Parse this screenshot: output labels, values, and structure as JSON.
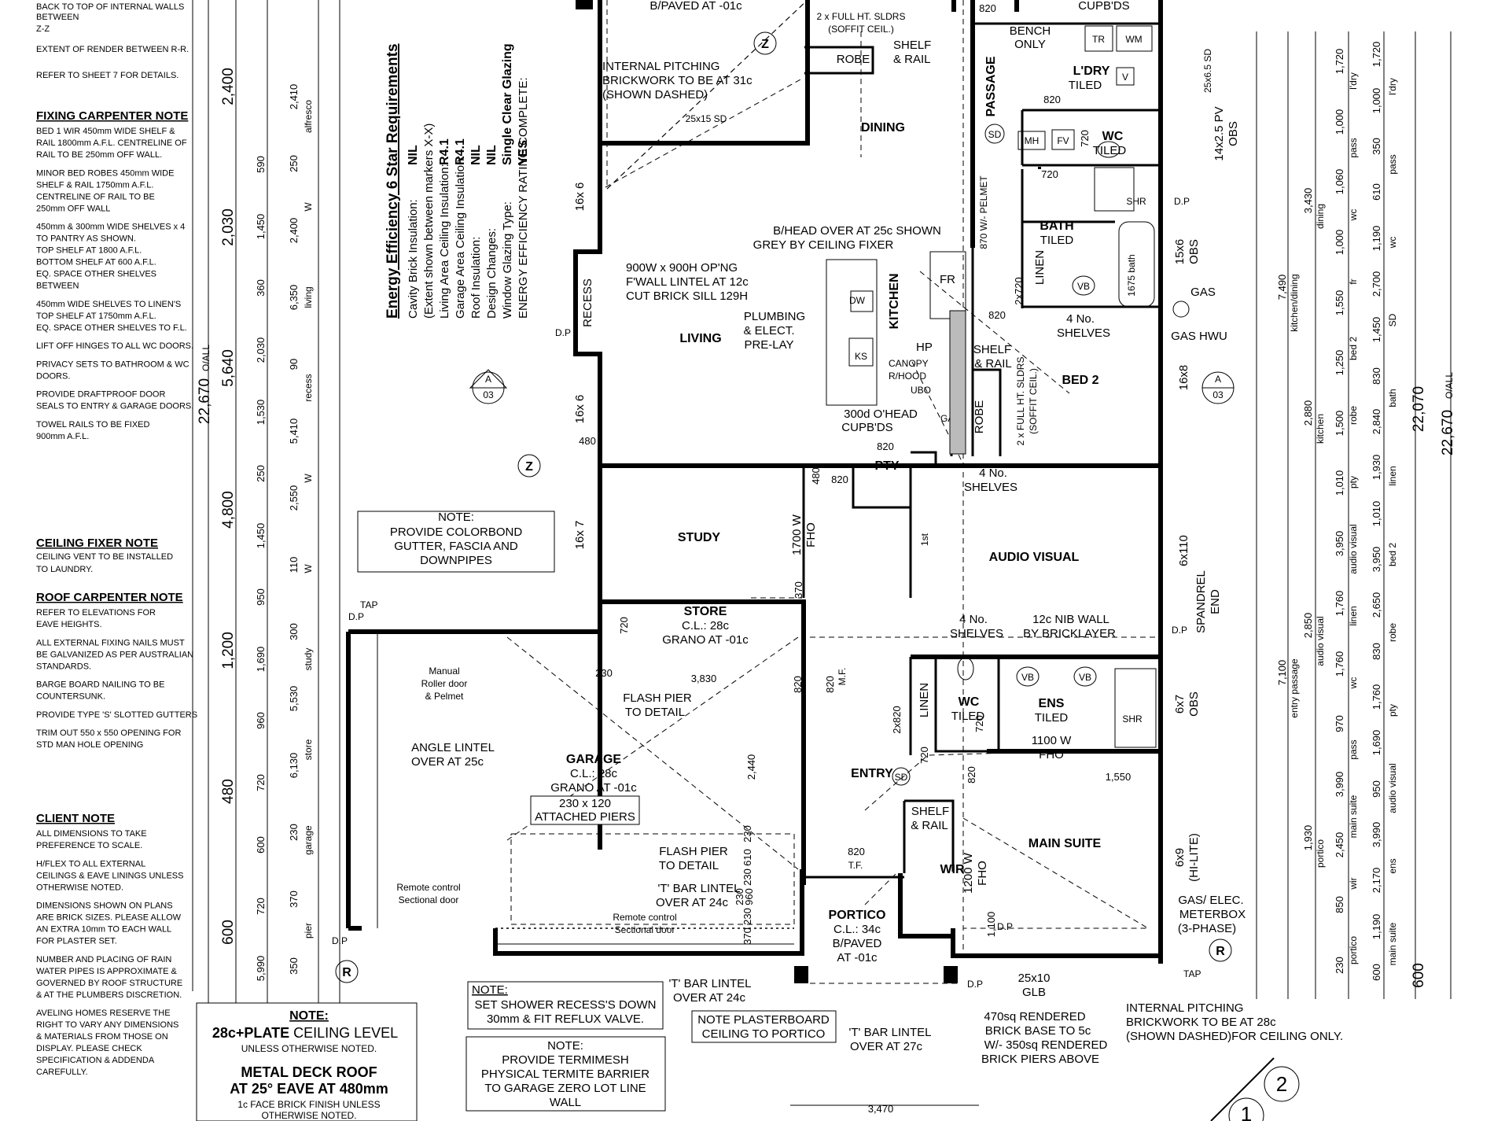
{
  "rooms": {
    "dining": "DINING",
    "living": "LIVING",
    "kitchen": "KITCHEN",
    "passage": "PASSAGE",
    "laundry": "L'DRY",
    "laundry_sub": "TILED",
    "wc1": "WC",
    "wc1_sub": "TILED",
    "bath": "BATH",
    "bath_sub": "TILED",
    "bed2": "BED 2",
    "study": "STUDY",
    "pty": "PTY",
    "audio_visual": "AUDIO VISUAL",
    "store": "STORE",
    "store_cl": "C.L.: 28c",
    "store_grano": "GRANO AT -01c",
    "garage": "GARAGE",
    "garage_cl": "C.L.: 28c",
    "garage_grano": "GRANO AT -01c",
    "entry": "ENTRY",
    "wc2": "WC",
    "wc2_sub": "TILED",
    "ens": "ENS",
    "ens_sub": "TILED",
    "main_suite": "MAIN SUITE",
    "wir": "WIR",
    "portico": "PORTICO",
    "portico_cl": "C.L.: 34c",
    "portico_paved": "B/PAVED",
    "portico_at": "AT -01c",
    "robe1": "ROBE",
    "robe2": "ROBE",
    "recess": "RECESS",
    "linen1": "LINEN",
    "linen2": "LINEN"
  },
  "plan_notes": {
    "paved_top": "B/PAVED AT -01c",
    "full_ht_sldrs": "2 x FULL HT. SLDRS",
    "soffit_ceil": "(SOFFIT CEIL.)",
    "shelf_rail": "SHELF",
    "shelf_rail2": "& RAIL",
    "int_pitching_1": "INTERNAL PITCHING",
    "int_pitching_2": "BRICKWORK TO BE AT 31c",
    "int_pitching_3": "(SHOWN DASHED)",
    "sd_25x15": "25x15 SD",
    "bench_only_1": "BENCH",
    "bench_only_2": "ONLY",
    "cupbds": "CUPB'DS",
    "bhead_1": "B/HEAD OVER AT 25c SHOWN",
    "bhead_2": "GREY BY CEILING FIXER",
    "opening_1": "900W x 900H OP'NG",
    "opening_2": "F'WALL LINTEL AT 12c",
    "opening_3": "CUT BRICK SILL 129H",
    "plumbing_1": "PLUMBING",
    "plumbing_2": "& ELECT.",
    "plumbing_3": "PRE-LAY",
    "hp": "HP",
    "canopy": "CANOPY",
    "rhood": "R/HOOD",
    "ubo": "UBO",
    "gas": "GAS",
    "ohead_1": "300d O'HEAD",
    "ohead_2": "CUPB'DS",
    "shelves_4a": "4 No.",
    "shelves_4a_2": "SHELVES",
    "shelves_4b": "4 No.",
    "shelves_4b_2": "SHELVES",
    "shelves_4c": "4 No.",
    "shelves_4c_2": "SHELVES",
    "shelf_rail_bed2_1": "SHELF",
    "shelf_rail_bed2_2": "& RAIL",
    "sldrs_bed2_1": "2 x FULL HT. SLDRS",
    "sldrs_bed2_2": "(SOFFIT CEIL.)",
    "gas_hwu": "GAS HWU",
    "gas_label": "GAS",
    "note_gutter_h": "NOTE:",
    "note_gutter_1": "PROVIDE COLORBOND",
    "note_gutter_2": "GUTTER, FASCIA AND",
    "note_gutter_3": "DOWNPIPES",
    "fho_1700": "1700 W",
    "fho_1700_2": "FHO",
    "nib_wall_1": "12c NIB WALL",
    "nib_wall_2": "BY BRICKLAYER",
    "spandrel_1": "SPANDREL",
    "spandrel_2": "END",
    "roller_1": "Manual",
    "roller_2": "Roller door",
    "roller_3": "& Pelmet",
    "flash_pier_1": "FLASH PIER",
    "flash_pier_2": "TO DETAIL",
    "flash_pier_3": "FLASH PIER",
    "flash_pier_4": "TO DETAIL",
    "angle_lintel_1": "ANGLE LINTEL",
    "angle_lintel_2": "OVER AT 25c",
    "piers_1": "230 x 120",
    "piers_2": "ATTACHED PIERS",
    "tbar_1": "'T' BAR LINTEL",
    "tbar_2": "OVER AT 24c",
    "tbar_3": "'T' BAR LINTEL",
    "tbar_4": "OVER AT 24c",
    "tbar_5": "'T' BAR LINTEL",
    "tbar_6": "OVER AT 27c",
    "remote_1": "Remote control",
    "remote_2": "Sectional door",
    "remote_3": "Remote control",
    "remote_4": "Sectional door",
    "fho_1100": "1100 W",
    "fho_1100_2": "FHO",
    "fho_1200": "1200 W",
    "fho_1200_2": "FHO",
    "shelf_rail_wir_1": "SHELF",
    "shelf_rail_wir_2": "& RAIL",
    "hi_lite": "6x9",
    "hi_lite_2": "(HI-LITE)",
    "meter_1": "GAS/ ELEC.",
    "meter_2": "METERBOX",
    "meter_3": "(3-PHASE)",
    "tap1": "TAP",
    "tap2": "TAP",
    "glb": "25x10",
    "glb2": "GLB",
    "shr1": "SHR",
    "shr2": "SHR",
    "bath_1675": "1675 bath",
    "note_shower_h": "NOTE:",
    "note_shower_1": "SET SHOWER RECESS'S DOWN",
    "note_shower_2": "30mm & FIT REFLUX VALVE.",
    "note_plaster_1": "NOTE PLASTERBOARD",
    "note_plaster_2": "CEILING TO PORTICO",
    "note_term_h": "NOTE:",
    "note_term_1": "PROVIDE TERMIMESH",
    "note_term_2": "PHYSICAL TERMITE BARRIER",
    "note_term_3": "TO GARAGE ZERO LOT LINE",
    "note_term_4": "WALL",
    "rendered_1": "470sq RENDERED",
    "rendered_2": "BRICK BASE TO 5c",
    "rendered_3": "W/- 350sq RENDERED",
    "rendered_4": "BRICK PIERS ABOVE",
    "int_pitch2_1": "INTERNAL PITCHING",
    "int_pitch2_2": "BRICKWORK TO BE AT 28c",
    "int_pitch2_3": "(SHOWN DASHED)FOR CEILING ONLY.",
    "pelmet": "870 W/- PELMET",
    "mf": "M.F.",
    "tf": "T.F.",
    "first": "1st",
    "obs1": "OBS",
    "pv": "14x2.5 PV",
    "sd6": "25x6.5 SD",
    "obs_15x6": "15x6",
    "obs_15x6_2": "OBS",
    "sixby7": "6x7",
    "sixby7_2": "OBS",
    "sixby110": "6x110",
    "sixteen8": "16x8",
    "sixteen6a": "16x 6",
    "sixteen6b": "16x 6",
    "sixteen7": "16x 7",
    "dp": "D.P",
    "fr": "FR",
    "dw": "DW",
    "ks": "KS",
    "mh": "MH",
    "fv": "FV",
    "vb": "VB",
    "tr": "TR",
    "wm": "WM",
    "sd": "SD",
    "v": "V"
  },
  "markers": {
    "a03_top": "A",
    "a03_bot": "03",
    "z": "Z",
    "r": "R",
    "n1": "1",
    "n2": "2"
  },
  "dims_plan": [
    "820",
    "820",
    "720",
    "720",
    "820",
    "820",
    "480",
    "820",
    "480",
    "820",
    "720",
    "230",
    "3,830",
    "820",
    "2,440",
    "230",
    "610",
    "230",
    "960",
    "230",
    "370",
    "230",
    "1,550",
    "820",
    "820",
    "720",
    "1,100",
    "3,470",
    "370",
    "720",
    "2x720",
    "2x820"
  ],
  "left_dims": {
    "overall": "22,670",
    "overall_sub": "O/ALL",
    "col1": [
      "2,400",
      "2,030",
      "5,640",
      "4,800",
      "1,200",
      "480",
      "600"
    ],
    "col2": [
      "590",
      "1,450",
      "360",
      "2,030",
      "1,530",
      "250",
      "1,450",
      "950",
      "1,690",
      "960",
      "720",
      "600",
      "720",
      "5,990"
    ],
    "col3": [
      "2,410",
      "250",
      "2,400",
      "6,350",
      "90",
      "5,410",
      "2,550",
      "110",
      "300",
      "5,530",
      "6,130",
      "230",
      "370",
      "350"
    ],
    "col3_sub": [
      "alfresco",
      "W",
      "living",
      "recess",
      "W",
      "W",
      "study",
      "store",
      "garage",
      "pier"
    ]
  },
  "right_dims": {
    "overall": "22,670",
    "overall_sub": "O/ALL",
    "overall2": "22,070",
    "col_a": [
      "7,490",
      "7,100"
    ],
    "col_a_sub": [
      "kitchen/dining",
      "entry passage"
    ],
    "col_b": [
      "3,430",
      "2,880",
      "2,850",
      "1,930",
      "600"
    ],
    "col_b_sub": [
      "dining",
      "kitchen",
      "audio visual",
      "portico"
    ],
    "col_c": [
      "1,720",
      "1,000",
      "1,060",
      "1,000",
      "1,550",
      "1,250",
      "1,500",
      "1,010",
      "3,950",
      "1,760",
      "1,760",
      "970",
      "3,990",
      "2,450",
      "850",
      "230"
    ],
    "col_c_sub": [
      "l'dry",
      "pass",
      "wc",
      "fr",
      "bed 2",
      "robe",
      "pty",
      "audio visual",
      "linen",
      "wc",
      "pass",
      "main suite",
      "wir",
      "portico"
    ],
    "col_d": [
      "1,720",
      "1,000",
      "350",
      "610",
      "1,190",
      "2,700",
      "1,450",
      "830",
      "2,840",
      "1,930",
      "1,010",
      "3,950",
      "2,650",
      "830",
      "1,760",
      "1,690",
      "950",
      "3,990",
      "2,170",
      "1,190",
      "600"
    ],
    "col_d_sub": [
      "l'dry",
      "pass",
      "wc",
      "SD",
      "bath",
      "linen",
      "bed 2",
      "robe",
      "pty",
      "audio visual",
      "ens",
      "main suite"
    ]
  },
  "energy": {
    "title": "Energy Efficiency 6 Star Requirements",
    "rows": [
      {
        "k": "Cavity Brick Insulation:",
        "v": "NIL"
      },
      {
        "k": "(Extent shown between markers X-X)",
        "v": ""
      },
      {
        "k": "Living Area Ceiling Insulation:",
        "v": "R4.1"
      },
      {
        "k": "Garage Area Ceiling Insulation:",
        "v": "R4.1"
      },
      {
        "k": "Roof Insulation:",
        "v": "NIL"
      },
      {
        "k": "Design Changes:",
        "v": "NIL"
      },
      {
        "k": "Window Glazing Type:",
        "v": "Single Clear Glazing"
      },
      {
        "k": "ENERGY EFFICIENCY RATING COMPLETE:",
        "v": "YES"
      }
    ]
  },
  "sidebar": {
    "top_lines": [
      "BACK TO TOP OF INTERNAL WALLS",
      "BETWEEN",
      "Z-Z",
      "EXTENT OF RENDER BETWEEN R-R.",
      "REFER TO SHEET 7 FOR DETAILS."
    ],
    "fixing_h": "FIXING CARPENTER NOTE",
    "fixing": [
      "BED 1 WIR 450mm WIDE SHELF &",
      "RAIL 1800mm A.F.L. CENTRELINE OF",
      "RAIL TO BE 250mm OFF WALL.",
      "",
      "MINOR BED ROBES 450mm WIDE",
      "SHELF & RAIL 1750mm A.F.L.",
      "CENTRELINE OF RAIL TO BE",
      "250mm OFF WALL",
      "",
      "450mm & 300mm WIDE SHELVES x 4",
      "TO PANTRY AS SHOWN.",
      "TOP SHELF AT 1800 A.F.L.",
      "BOTTOM SHELF AT 600 A.F.L.",
      "EQ. SPACE OTHER SHELVES",
      "BETWEEN",
      "",
      "450mm WIDE SHELVES TO LINEN'S",
      "TOP SHELF AT 1750mm A.F.L.",
      "EQ. SPACE OTHER SHELVES TO F.L.",
      "",
      "LIFT OFF HINGES TO ALL WC DOORS.",
      "",
      "PRIVACY SETS TO BATHROOM & WC",
      "DOORS.",
      "",
      "PROVIDE DRAFTPROOF DOOR",
      "SEALS TO ENTRY & GARAGE DOORS.",
      "",
      "TOWEL RAILS TO BE FIXED",
      "900mm A.F.L."
    ],
    "ceiling_h": "CEILING FIXER NOTE",
    "ceiling": [
      "CEILING VENT TO BE INSTALLED",
      "TO LAUNDRY."
    ],
    "roof_h": "ROOF CARPENTER NOTE",
    "roof": [
      "REFER TO ELEVATIONS FOR",
      "EAVE HEIGHTS.",
      "",
      "ALL EXTERNAL FIXING NAILS MUST",
      "BE GALVANIZED AS PER AUSTRALIAN",
      "STANDARDS.",
      "",
      "BARGE BOARD NAILING TO BE",
      "COUNTERSUNK.",
      "",
      "PROVIDE TYPE 'S' SLOTTED GUTTERS",
      "",
      "TRIM OUT 550 x 550 OPENING FOR",
      "STD MAN HOLE OPENING"
    ],
    "client_h": "CLIENT NOTE",
    "client": [
      "ALL DIMENSIONS TO TAKE",
      "PREFERENCE TO SCALE.",
      "",
      "H/FLEX TO ALL EXTERNAL",
      "CEILINGS & EAVE LININGS UNLESS",
      "OTHERWISE NOTED.",
      "",
      "DIMENSIONS SHOWN ON PLANS",
      "ARE BRICK SIZES. PLEASE ALLOW",
      "AN EXTRA 10mm TO EACH WALL",
      "FOR PLASTER SET.",
      "",
      "NUMBER AND PLACING OF RAIN",
      "WATER PIPES IS APPROXIMATE &",
      "GOVERNED BY ROOF STRUCTURE",
      "& AT THE PLUMBERS DISCRETION.",
      "",
      "AVELING HOMES RESERVE THE",
      "RIGHT TO VARY ANY DIMENSIONS",
      "& MATERIALS FROM THOSE ON",
      "DISPLAY. PLEASE CHECK",
      "SPECIFICATION & ADDENDA",
      "CAREFULLY."
    ]
  },
  "bottom_note": {
    "h": "NOTE:",
    "l1a": "28c+PLATE",
    "l1b": " CEILING LEVEL",
    "l2": "UNLESS OTHERWISE NOTED.",
    "l3": "METAL DECK ROOF",
    "l4": "AT 25° EAVE AT 480mm",
    "l5": "1c FACE BRICK FINISH UNLESS",
    "l6": "OTHERWISE NOTED."
  }
}
